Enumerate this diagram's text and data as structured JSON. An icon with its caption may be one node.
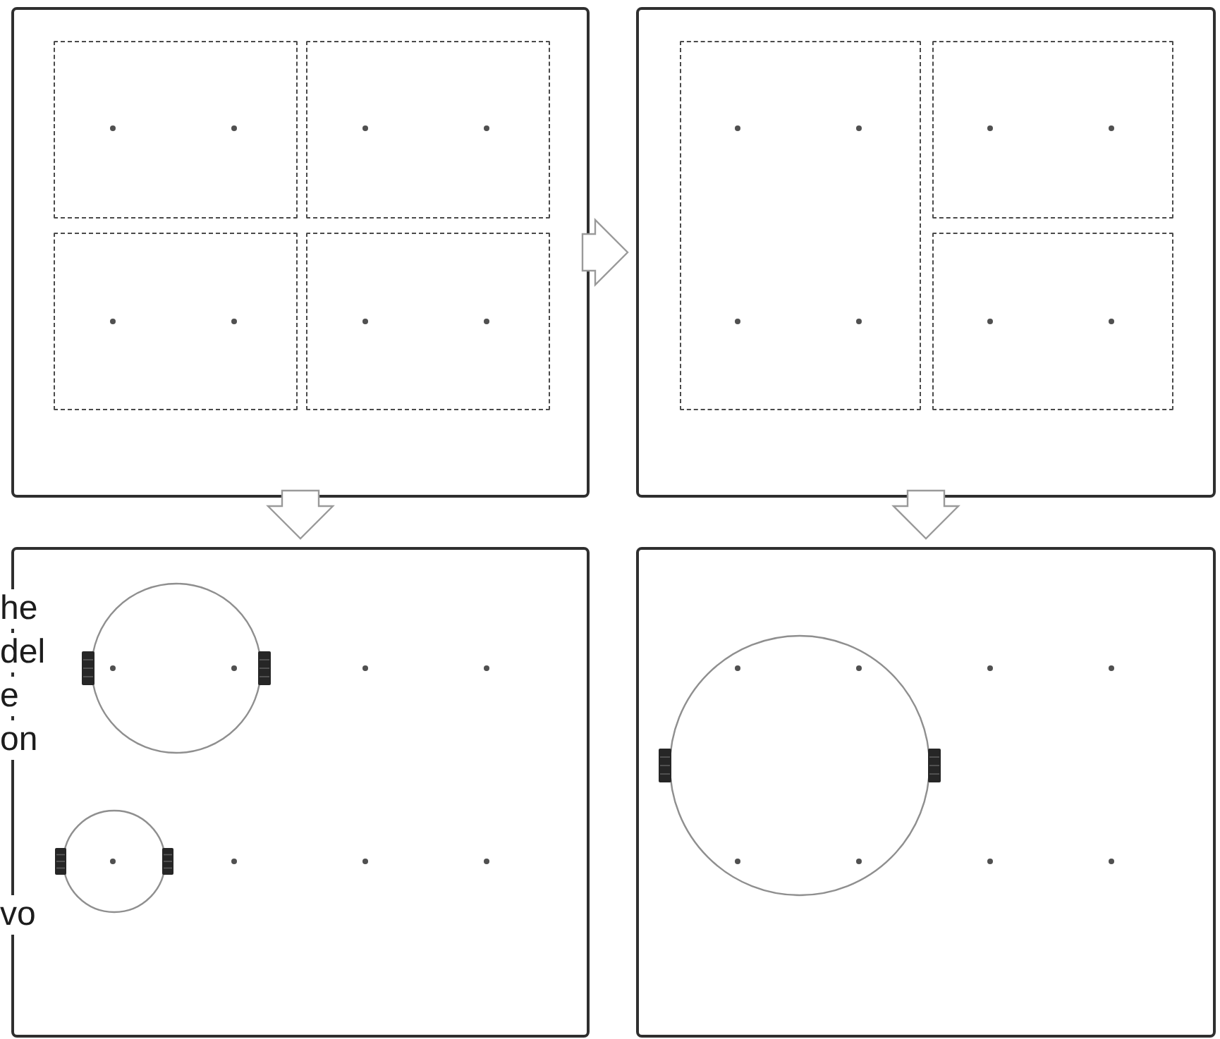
{
  "diagram": {
    "nodes": [
      {
        "text": [],
        "shape": "box"
      },
      {
        "text": [],
        "shape": "box",
        "in": 0
      },
      {
        "text": [],
        "shape": "box",
        "in": 0
      },
      {
        "text": [],
        "shape": "box",
        "in": 0
      },
      {
        "text": [],
        "shape": "box",
        "in": 0
      },
      {
        "text": [],
        "shape": "box"
      },
      {
        "text": [],
        "shape": "box",
        "in": 5
      },
      {
        "text": [],
        "shape": "box",
        "in": 5
      },
      {
        "text": [],
        "shape": "box",
        "in": 5
      },
      {
        "text": [],
        "shape": "box"
      },
      {
        "text": [],
        "shape": "circle",
        "in": 9
      },
      {
        "text": [],
        "shape": "circle",
        "in": 9
      },
      {
        "text": [],
        "shape": "box"
      },
      {
        "text": [],
        "shape": "circle",
        "in": 12
      }
    ],
    "edges": [
      {
        "from": 0,
        "to": 5,
        "arrow": "to"
      },
      {
        "from": 0,
        "to": 9,
        "arrow": "to"
      },
      {
        "from": 5,
        "to": 12,
        "arrow": "to"
      }
    ],
    "labels": [
      "he",
      "del",
      "e",
      "on",
      "vo"
    ]
  }
}
